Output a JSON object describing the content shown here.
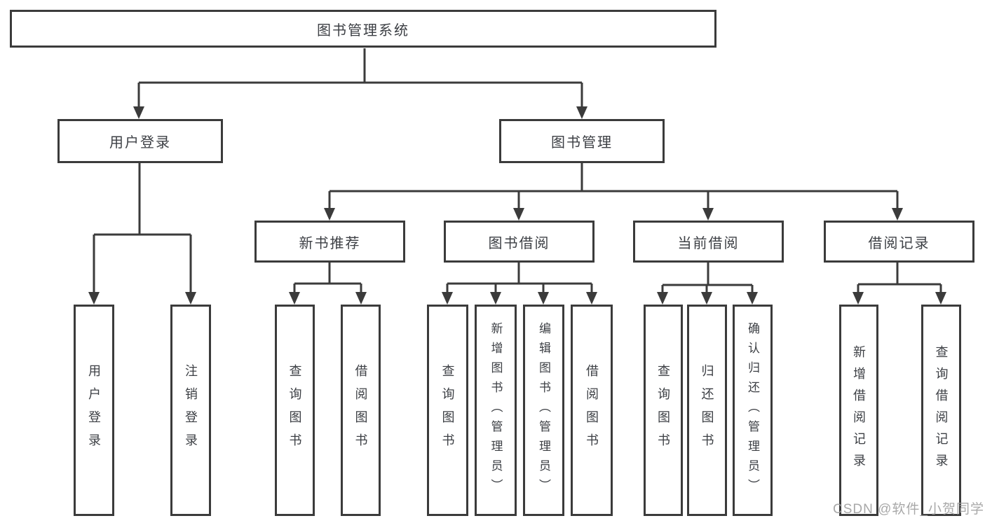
{
  "diagram": {
    "tree": {
      "root": {
        "label": "图书管理系统"
      },
      "level2": [
        {
          "label": "用户登录",
          "children": [
            {
              "label": "用户登录"
            },
            {
              "label": "注销登录"
            }
          ]
        },
        {
          "label": "图书管理",
          "children": [
            {
              "label": "新书推荐",
              "children": [
                {
                  "label": "查询图书"
                },
                {
                  "label": "借阅图书"
                }
              ]
            },
            {
              "label": "图书借阅",
              "children": [
                {
                  "label": "查询图书"
                },
                {
                  "label": "新增图书（管理员）"
                },
                {
                  "label": "编辑图书（管理员）"
                },
                {
                  "label": "借阅图书"
                }
              ]
            },
            {
              "label": "当前借阅",
              "children": [
                {
                  "label": "查询图书"
                },
                {
                  "label": "归还图书"
                },
                {
                  "label": "确认归还（管理员）"
                }
              ]
            },
            {
              "label": "借阅记录",
              "children": [
                {
                  "label": "新增借阅记录"
                },
                {
                  "label": "查询借阅记录"
                }
              ]
            }
          ]
        }
      ]
    },
    "watermark": {
      "text": "CSDN @软件_小贺同学"
    },
    "colors": {
      "line": "#3b3b3b",
      "text": "#3c3f44",
      "background": "#ffffff",
      "watermark": "#9e9e9e"
    }
  }
}
